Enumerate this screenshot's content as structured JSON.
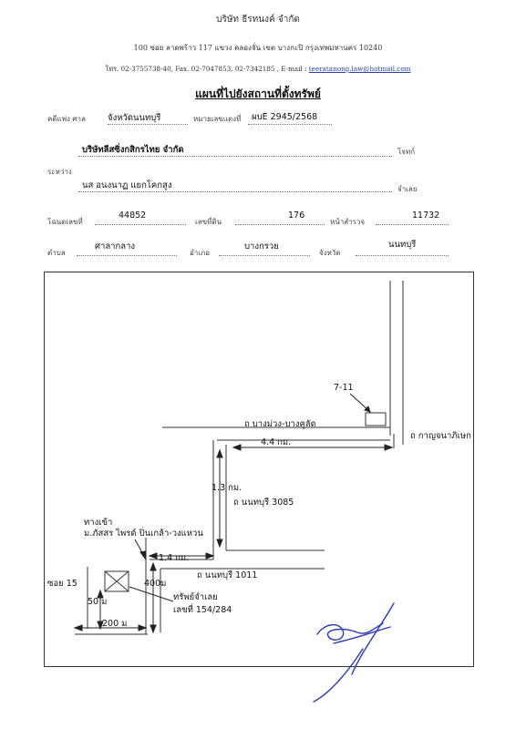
{
  "letterhead": {
    "company": "บริษัท ธีรทนงค์ จำกัด",
    "address": "100  ซอย ลาดพร้าว 117  แขวง คลองจั่น  เขต บางกะปิ  กรุงเทพมหานคร  10240",
    "contact_prefix": "โทร. 02-3755738-40, Fax. 02-7047853, 02-7342185 , E-mail :",
    "email": "teeratanong.law@hotmail.com"
  },
  "doc_title": "แผนที่ไปยังสถานที่ตั้งทรัพย์",
  "form": {
    "court_label": "คดีแพ่ง  ศาล",
    "court_value": "จังหวัดนนทบุรี",
    "case_no_label": "หมายเลขแดงที่",
    "case_no_value": "ผบE 2945/2568",
    "plaintiff_value": "บริษัทลีสซิ่งกสิกรไทย จำกัด",
    "plaintiff_label": "โจทก์",
    "between_label": "ระหว่าง",
    "defendant_value": "นส อนงนาฏ แยกโคกสูง",
    "defendant_label": "จำเลย",
    "deed_label": "โฉนดเลขที่",
    "deed_value": "44852",
    "land_no_label": "เลขที่ดิน",
    "land_no_value": "176",
    "survey_label": "หน้าสำรวจ",
    "survey_value": "11732",
    "subdistrict_label": "ตำบล",
    "subdistrict_value": "ศาลากลาง",
    "district_label": "อำเภอ",
    "district_value": "บางกรวย",
    "province_label": "จังหวัด",
    "province_value": "นนทบุรี"
  },
  "map": {
    "store_label": "7-11",
    "road_top": "ถ บางม่วง-บางคูลัด",
    "dist_top": "4.4 กม.",
    "road_right": "ถ กาญจนาภิเษก",
    "dist_mid": "1.3 กม.",
    "road_mid": "ถ นนทบุรี 3085",
    "entrance_line1": "ทางเข้า",
    "entrance_line2": "ม.ภัสสร ไพรด์ ปิ่นเกล้า-วงแหวน",
    "dist_low": "1.4 กม.",
    "dist_400": "400ม",
    "road_low": "ถ  นนทบุรี 1011",
    "soi_label": "ซอย 15",
    "dist_50": "50 ม",
    "dist_200": "200 ม",
    "property_line1": "ทรัพย์จำเลย",
    "property_line2": "เลขที่ 154/284"
  }
}
